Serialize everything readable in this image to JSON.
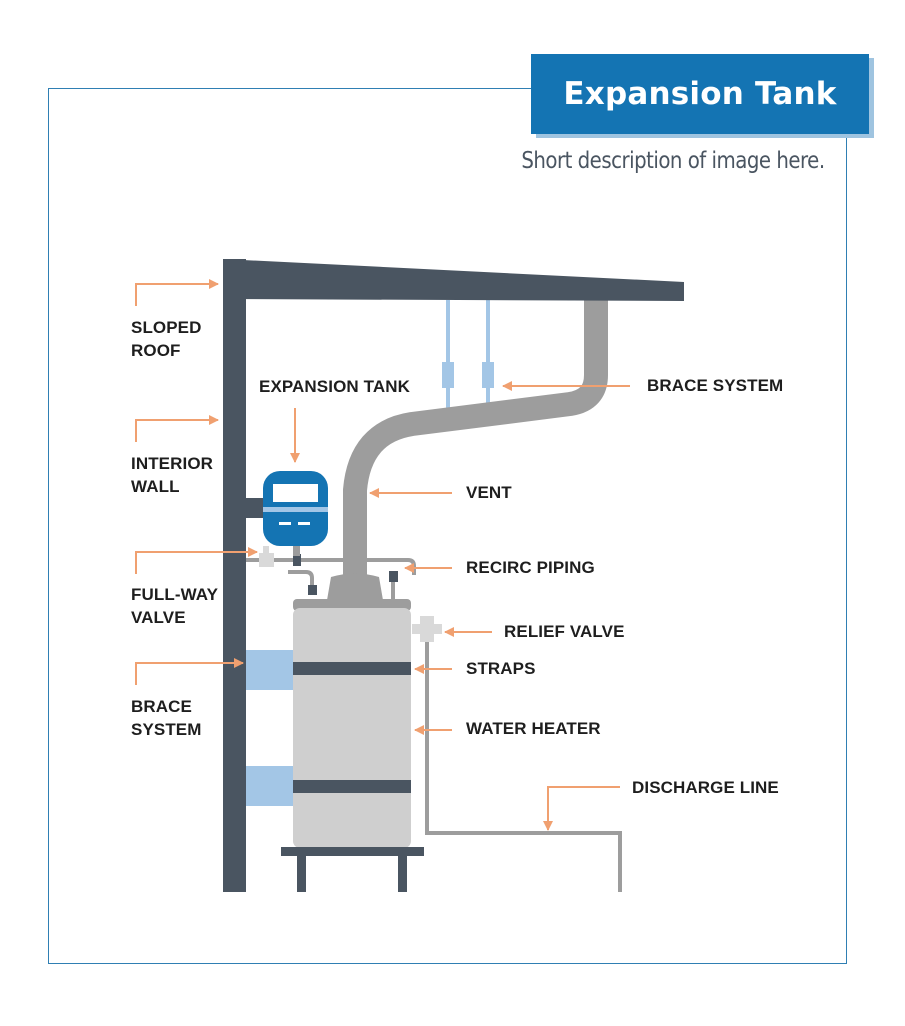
{
  "header": {
    "title": "Expansion Tank",
    "subtitle": "Short description of image here."
  },
  "labels": {
    "sloped_roof": [
      "SLOPED",
      "ROOF"
    ],
    "interior_wall": [
      "INTERIOR",
      "WALL"
    ],
    "full_way_valve": [
      "FULL-WAY",
      "VALVE"
    ],
    "brace_system_left": [
      "BRACE",
      "SYSTEM"
    ],
    "expansion_tank": "EXPANSION TANK",
    "brace_system_right": "BRACE SYSTEM",
    "vent": "VENT",
    "recirc_piping": "RECIRC PIPING",
    "relief_valve": "RELIEF VALVE",
    "straps": "STRAPS",
    "water_heater": "WATER HEATER",
    "discharge_line": "DISCHARGE LINE"
  },
  "colors": {
    "structure": "#4a5561",
    "accent_blue": "#1474b3",
    "light_blue": "#a3c6e6",
    "pipe_gray": "#9d9d9d",
    "heater_gray": "#cfcfcf",
    "arrow_orange": "#f0a070"
  }
}
